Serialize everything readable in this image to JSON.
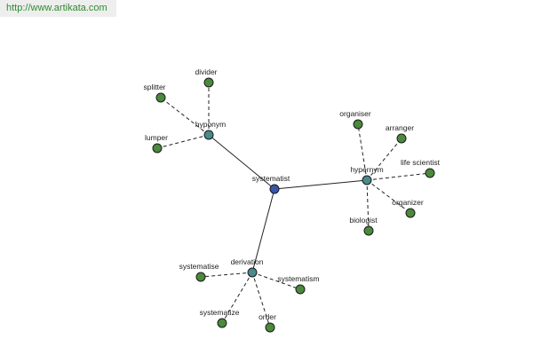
{
  "header": {
    "link_text": "http://www.artikata.com"
  },
  "colors": {
    "center": "#3b55a8",
    "relation": "#4a8a8a",
    "leaf": "#4a8a3c"
  },
  "graph": {
    "center": {
      "id": "systematist",
      "label": "systematist"
    },
    "relations": [
      {
        "id": "hyponym",
        "label": "hyponym",
        "children": [
          {
            "id": "divider",
            "label": "divider"
          },
          {
            "id": "splitter",
            "label": "splitter"
          },
          {
            "id": "lumper",
            "label": "lumper"
          }
        ]
      },
      {
        "id": "hypernym",
        "label": "hypernym",
        "children": [
          {
            "id": "organiser",
            "label": "organiser"
          },
          {
            "id": "arranger",
            "label": "arranger"
          },
          {
            "id": "life-scientist",
            "label": "life scientist"
          },
          {
            "id": "organizer",
            "label": "organizer"
          },
          {
            "id": "biologist",
            "label": "biologist"
          }
        ]
      },
      {
        "id": "derivation",
        "label": "derivation",
        "children": [
          {
            "id": "systematise",
            "label": "systematise"
          },
          {
            "id": "systematism",
            "label": "systematism"
          },
          {
            "id": "systematize",
            "label": "systematize"
          },
          {
            "id": "order",
            "label": "order"
          }
        ]
      }
    ]
  }
}
